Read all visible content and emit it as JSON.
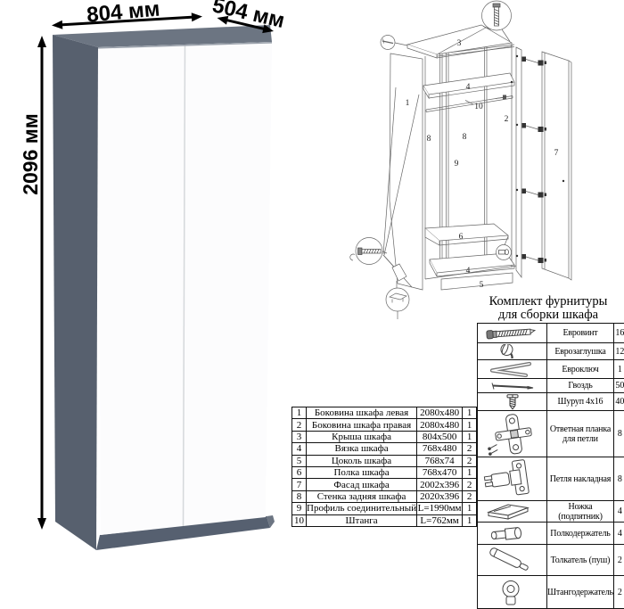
{
  "dimensions": {
    "width_label": "804 мм",
    "depth_label": "504 мм",
    "height_label": "2096 мм"
  },
  "diagram": {
    "part_labels": {
      "p1": "1",
      "p2": "2",
      "p3": "3",
      "p4_top": "4",
      "p4_bottom": "4",
      "p5": "5",
      "p6": "6",
      "p7": "7",
      "p8_left": "8",
      "p8_right": "8",
      "p9": "9",
      "p10": "10"
    }
  },
  "parts_table": {
    "rows": [
      {
        "num": "1",
        "name": "Боковина шкафа левая",
        "size": "2080x480",
        "qty": "1"
      },
      {
        "num": "2",
        "name": "Боковина шкафа правая",
        "size": "2080x480",
        "qty": "1"
      },
      {
        "num": "3",
        "name": "Крыша шкафа",
        "size": "804x500",
        "qty": "1"
      },
      {
        "num": "4",
        "name": "Вязка шкафа",
        "size": "768x480",
        "qty": "2"
      },
      {
        "num": "5",
        "name": "Цоколь шкафа",
        "size": "768x74",
        "qty": "2"
      },
      {
        "num": "6",
        "name": "Полка шкафа",
        "size": "768x470",
        "qty": "1"
      },
      {
        "num": "7",
        "name": "Фасад шкафа",
        "size": "2002x396",
        "qty": "2"
      },
      {
        "num": "8",
        "name": "Стенка задняя шкафа",
        "size": "2020x396",
        "qty": "2"
      },
      {
        "num": "9",
        "name": "Профиль соединительный",
        "size": "L=1990мм",
        "qty": "1"
      },
      {
        "num": "10",
        "name": "Штанга",
        "size": "L=762мм",
        "qty": "1"
      }
    ]
  },
  "hardware": {
    "title_line1": "Комплект фурнитуры",
    "title_line2": "для сборки шкафа",
    "rows": [
      {
        "icon": "euro-screw-icon",
        "name": "Евровинт",
        "qty": "16"
      },
      {
        "icon": "euro-cap-icon",
        "name": "Еврозаглушка",
        "qty": "12"
      },
      {
        "icon": "hex-key-icon",
        "name": "Евроключ",
        "qty": "1"
      },
      {
        "icon": "nail-icon",
        "name": "Гвоздь",
        "qty": "50"
      },
      {
        "icon": "wood-screw-icon",
        "name": "Шуруп 4x16",
        "qty": "40"
      },
      {
        "icon": "hinge-plate-icon",
        "name": "Ответная планка для петли",
        "qty": "8"
      },
      {
        "icon": "hinge-icon",
        "name": "Петля накладная",
        "qty": "8"
      },
      {
        "icon": "foot-icon",
        "name": "Ножка (подпятник)",
        "qty": "4"
      },
      {
        "icon": "shelf-support-icon",
        "name": "Полкодержатель",
        "qty": "4"
      },
      {
        "icon": "push-opener-icon",
        "name": "Толкатель (пуш)",
        "qty": "2"
      },
      {
        "icon": "rod-holder-icon",
        "name": "Штангодержатель",
        "qty": "2"
      }
    ]
  },
  "colors": {
    "cabinet_side": "#57606e",
    "cabinet_top": "#6c7582",
    "cabinet_plinth": "#566070",
    "door": "#fcfcfd"
  }
}
